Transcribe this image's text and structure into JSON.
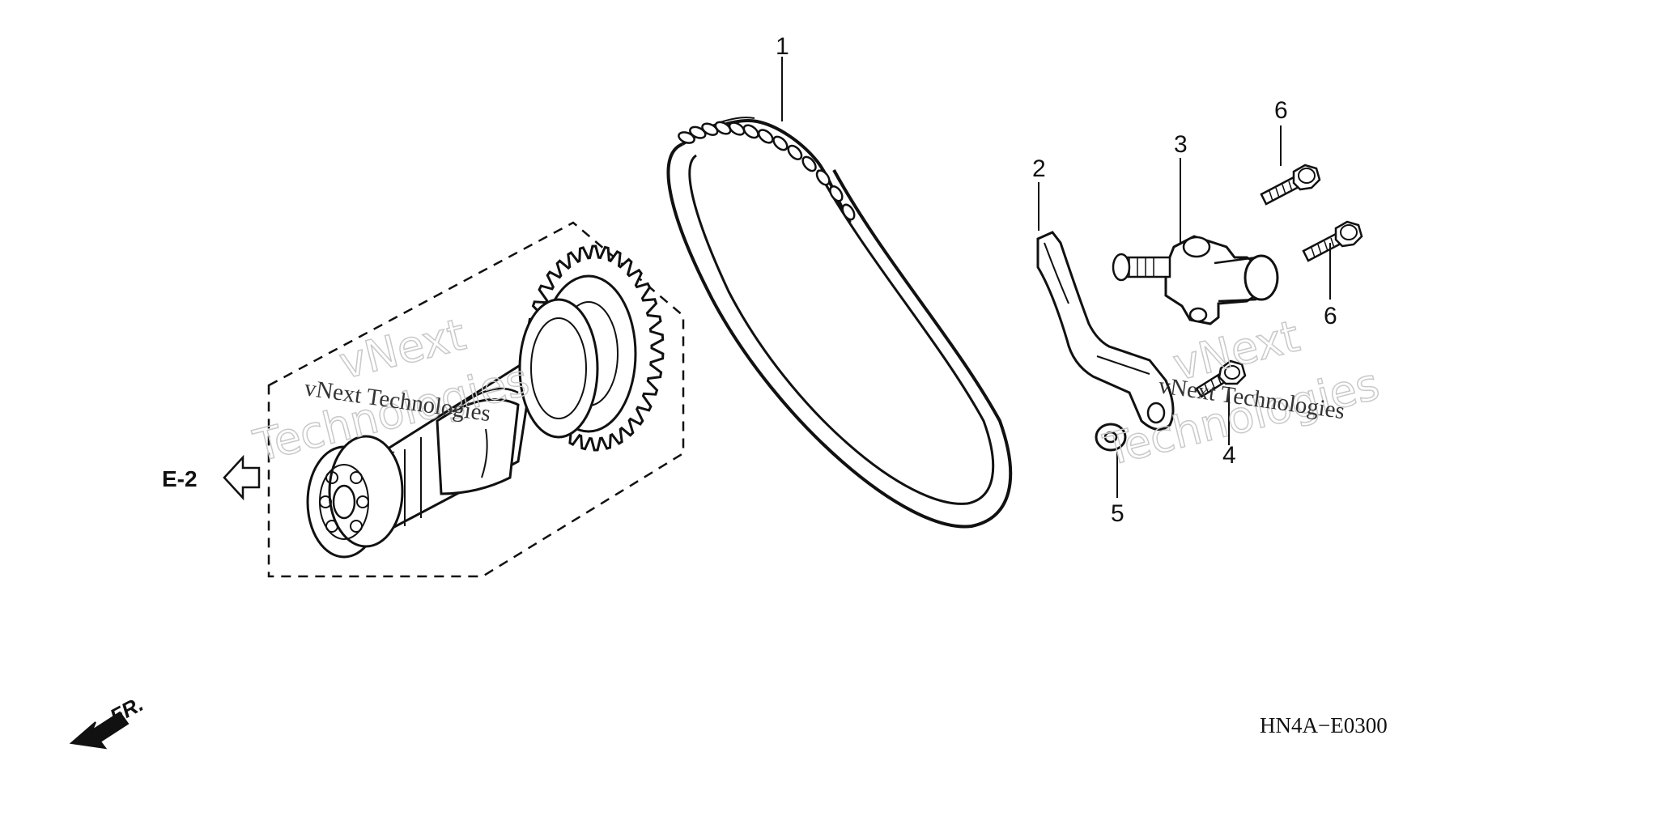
{
  "diagram": {
    "reference_code": "HN4A−E0300",
    "cross_reference": "E-2",
    "front_marker": "FR.",
    "callouts": [
      "1",
      "2",
      "3",
      "4",
      "5",
      "6",
      "6"
    ],
    "watermark": {
      "outline_top": "vNext",
      "outline_bottom": "Technologies",
      "plain": "vNext Technologies"
    }
  }
}
